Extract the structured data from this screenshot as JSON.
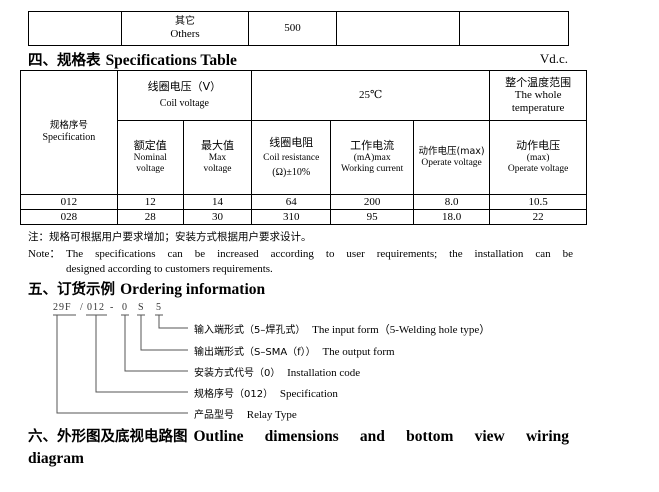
{
  "top_table": {
    "cell_cn": "其它",
    "cell_en": "Others",
    "value": "500"
  },
  "section4": {
    "heading_cn": "四、规格表",
    "heading_en": "Specifications Table",
    "vdc": "Vd.c."
  },
  "spec_table": {
    "spec_cn": "规格序号",
    "spec_en": "Specification",
    "coil_cn": "线圈电压（V）",
    "coil_en": "Coil voltage",
    "temp25": "25℃",
    "whole_cn": "整个温度范围",
    "whole_en1": "The whole",
    "whole_en2": "temperature",
    "nominal_cn": "额定值",
    "nominal_en1": "Nominal",
    "nominal_en2": "voltage",
    "max_cn": "最大值",
    "max_en1": "Max",
    "max_en2": "voltage",
    "res_cn": "线圈电阻",
    "res_en1": "Coil resistance",
    "res_en2": "(Ω)±10%",
    "cur_cn": "工作电流",
    "cur_en1": "(mA)max",
    "cur_en2": "Working current",
    "op_cn": "动作电压(max)",
    "op_en": "Operate voltage",
    "op2_cn": "动作电压",
    "op2_en1": "(max)",
    "op2_en2": "Operate voltage",
    "rows": [
      [
        "012",
        "12",
        "14",
        "64",
        "200",
        "8.0",
        "10.5"
      ],
      [
        "028",
        "28",
        "30",
        "310",
        "95",
        "18.0",
        "22"
      ]
    ]
  },
  "notes": {
    "note_cn": "注：规格可根据用户要求增加；安装方式根据用户要求设计。",
    "note_en_label": "Note：",
    "note_en1": "The specifications can be increased according to user requirements; the installation can be",
    "note_en2": "designed according to customers requirements."
  },
  "section5": {
    "heading_cn": "五、订货示例",
    "heading_en": "Ordering information",
    "code_parts": [
      "29F",
      "/",
      "012",
      "-",
      "0",
      "S",
      "5"
    ],
    "items": [
      {
        "cn": "输入端形式（5–焊孔式）",
        "en": "The input form（5-Welding hole type）"
      },
      {
        "cn": "输出端形式（S–SMA（f））",
        "en": "The output form"
      },
      {
        "cn": "安装方式代号（0）",
        "en": "Installation code"
      },
      {
        "cn": "规格序号（012）",
        "en": "Specification"
      },
      {
        "cn": "产品型号",
        "en": "Relay Type"
      }
    ]
  },
  "section6": {
    "heading_cn": "六、外形图及底视电路图",
    "heading_en1": "Outline dimensions and bottom view wiring",
    "heading_en2": "diagram"
  }
}
